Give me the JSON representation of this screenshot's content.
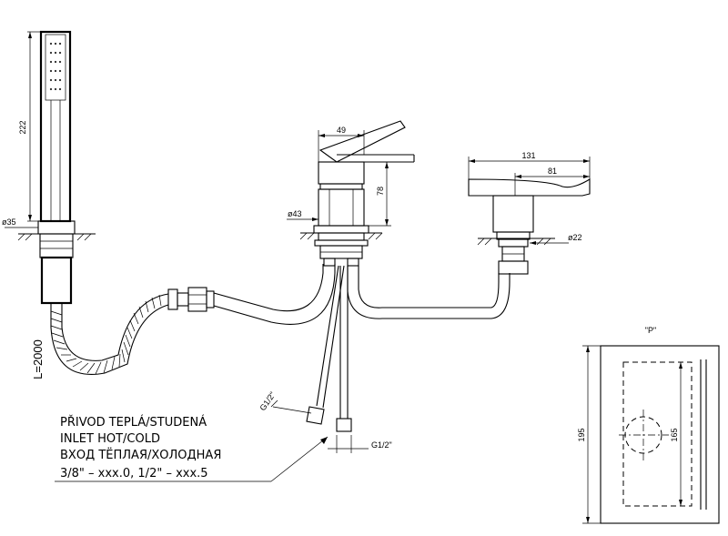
{
  "dimensions": {
    "handshower_length": "222",
    "handshower_base_dia": "ø35",
    "hose_length": "L=2000",
    "mixer_width": "49",
    "mixer_height": "78",
    "mixer_base_dia": "ø43",
    "spout_length": "131",
    "spout_projection": "81",
    "spout_base_dia": "ø22",
    "thread_left": "G1/2\"",
    "thread_right": "G1/2\"",
    "panel_width": "195",
    "panel_inner": "165"
  },
  "detail_label": "\"P\"",
  "note": {
    "line1": "PŘIVOD TEPLÁ/STUDENÁ",
    "line2": "INLET HOT/COLD",
    "line3": "ВХОД ТЁПЛАЯ/ХОЛОДНАЯ",
    "line4": "3/8\" – xxx.0, 1/2\" – xxx.5"
  }
}
